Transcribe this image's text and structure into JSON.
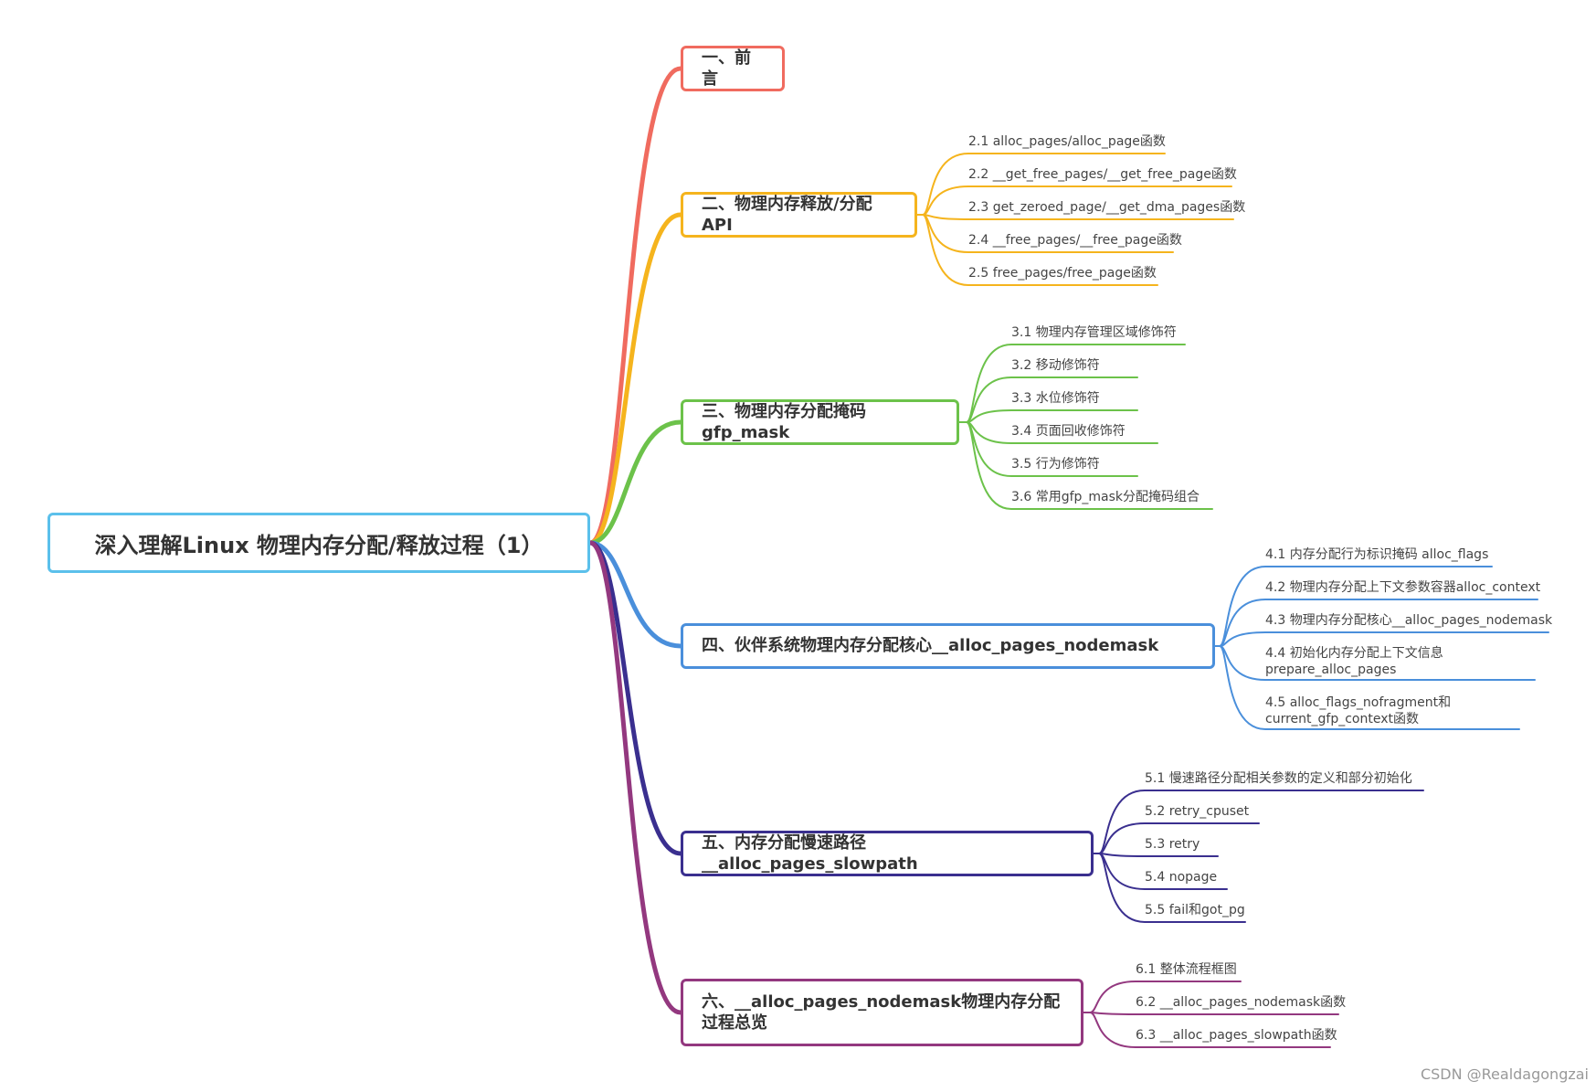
{
  "root": {
    "title": "深入理解Linux 物理内存分配/释放过程（1）",
    "color": "#5bc0eb"
  },
  "branches": [
    {
      "title": "一、前言",
      "color": "#f06b5f",
      "children": []
    },
    {
      "title": "二、物理内存释放/分配API",
      "color": "#f5b41d",
      "children": [
        "2.1 alloc_pages/alloc_page函数",
        "2.2 __get_free_pages/__get_free_page函数",
        "2.3 get_zeroed_page/__get_dma_pages函数",
        "2.4 __free_pages/__free_page函数",
        "2.5 free_pages/free_page函数"
      ]
    },
    {
      "title": "三、物理内存分配掩码gfp_mask",
      "color": "#6cc24a",
      "children": [
        "3.1 物理内存管理区域修饰符",
        "3.2 移动修饰符",
        "3.3 水位修饰符",
        "3.4 页面回收修饰符",
        "3.5 行为修饰符",
        "3.6 常用gfp_mask分配掩码组合"
      ]
    },
    {
      "title": "四、伙伴系统物理内存分配核心__alloc_pages_nodemask",
      "color": "#4a8fdb",
      "children": [
        "4.1 内存分配行为标识掩码 alloc_flags",
        "4.2 物理内存分配上下文参数容器alloc_context",
        "4.3 物理内存分配核心__alloc_pages_nodemask",
        "4.4 初始化内存分配上下文信息prepare_alloc_pages",
        "4.5 alloc_flags_nofragment和current_gfp_context函数"
      ]
    },
    {
      "title": "五、内存分配慢速路径__alloc_pages_slowpath",
      "color": "#3a2f8f",
      "children": [
        "5.1 慢速路径分配相关参数的定义和部分初始化",
        "5.2 retry_cpuset",
        "5.3 retry",
        "5.4 nopage",
        "5.5 fail和got_pg"
      ]
    },
    {
      "title": "六、__alloc_pages_nodemask物理内存分配过程总览",
      "color": "#93387f",
      "children": [
        "6.1 整体流程框图",
        "6.2 __alloc_pages_nodemask函数",
        "6.3 __alloc_pages_slowpath函数"
      ]
    }
  ],
  "watermark": "CSDN @Realdagongzai"
}
